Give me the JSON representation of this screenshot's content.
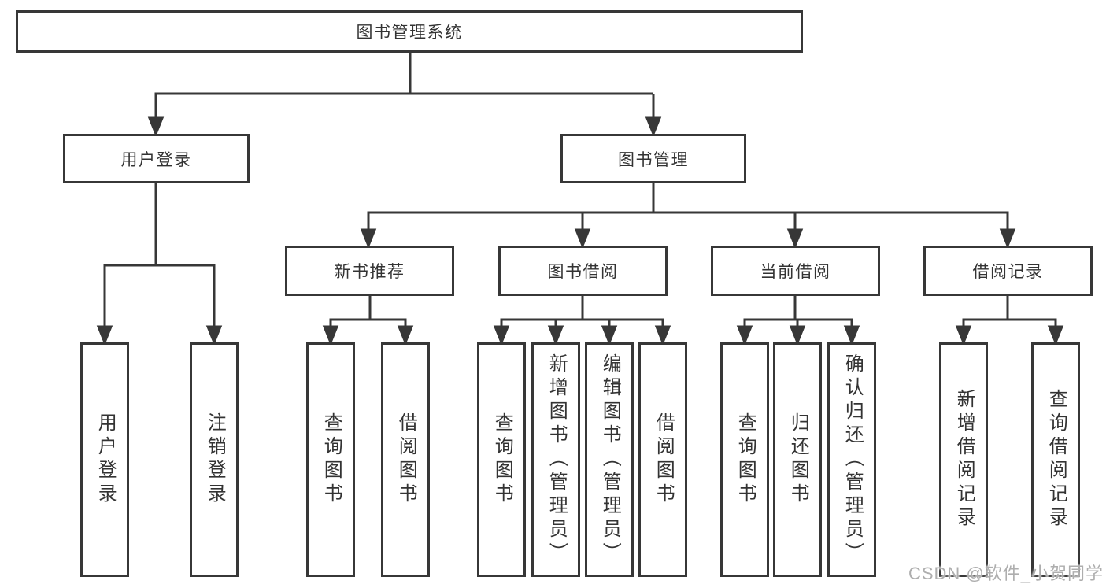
{
  "tree": {
    "root": {
      "label": "图书管理系统"
    },
    "level2": [
      {
        "label": "用户登录",
        "children": [
          {
            "label": "用户登录"
          },
          {
            "label": "注销登录"
          }
        ]
      },
      {
        "label": "图书管理",
        "children": [
          {
            "label": "新书推荐",
            "children": [
              {
                "label": "查询图书"
              },
              {
                "label": "借阅图书"
              }
            ]
          },
          {
            "label": "图书借阅",
            "children": [
              {
                "label": "查询图书"
              },
              {
                "label": "新增图书（管理员）"
              },
              {
                "label": "编辑图书（管理员）"
              },
              {
                "label": "借阅图书"
              }
            ]
          },
          {
            "label": "当前借阅",
            "children": [
              {
                "label": "查询图书"
              },
              {
                "label": "归还图书"
              },
              {
                "label": "确认归还（管理员）"
              }
            ]
          },
          {
            "label": "借阅记录",
            "children": [
              {
                "label": "新增借阅记录"
              },
              {
                "label": "查询借阅记录"
              }
            ]
          }
        ]
      }
    ]
  },
  "watermark": "CSDN @软件_小贺同学",
  "colors": {
    "line": "#373737",
    "text": "#333333",
    "watermark": "#aeaeae",
    "background": "#ffffff"
  }
}
